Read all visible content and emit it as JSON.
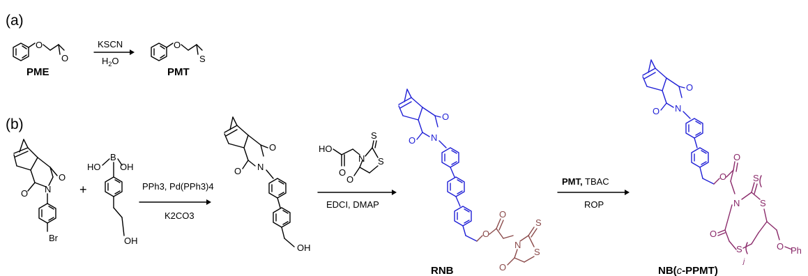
{
  "panels": {
    "a": "(a)",
    "b": "(b)"
  },
  "compounds": {
    "pme": "PME",
    "pmt": "PMT",
    "rnb": "RNB",
    "nb_prefix": "NB(",
    "nb_italic": "c",
    "nb_suffix": "-PPMT)"
  },
  "reagents": {
    "a_top": "KSCN",
    "a_bottom_main": "H",
    "a_bottom_sub": "2",
    "a_bottom_end": "O",
    "step1_top": "PPh3, Pd(PPh3)4",
    "step1_bottom": "K2CO3",
    "step2_bottom": "EDCI, DMAP",
    "step3_top_bold": "PMT,",
    "step3_top_rest": " TBAC",
    "step3_bottom": "ROP"
  },
  "atoms": {
    "O": "O",
    "S": "S",
    "N": "N",
    "Br": "Br",
    "B": "B",
    "HO": "HO",
    "OH": "OH",
    "Ph": "Ph",
    "plus": "+",
    "j": "j"
  },
  "colors": {
    "blue": "#1f1fd6",
    "brown": "#8a4a4a",
    "plum": "#8a2a6a",
    "black": "#000000"
  }
}
